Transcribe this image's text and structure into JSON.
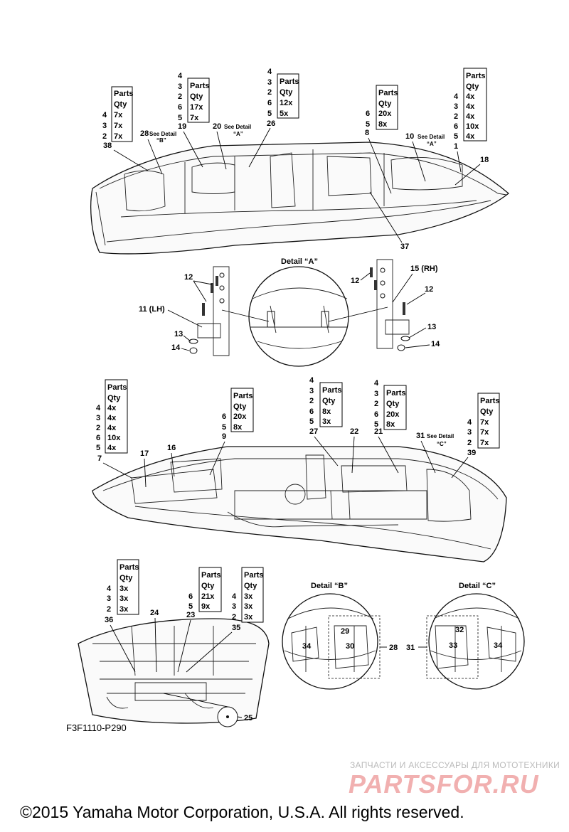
{
  "diagram": {
    "part_code": "F3F1110-P290",
    "copyright": "©2015 Yamaha Motor Corporation, U.S.A. All rights reserved.",
    "watermark": {
      "subtitle": "ЗАПЧАСТИ И АКСЕССУАРЫ ДЛЯ МОТОТЕХНИКИ",
      "logo": "PARTSFOR.RU"
    },
    "labels": {
      "parts": "Parts",
      "qty": "Qty",
      "see_detail": "See Detail",
      "detail_a": "Detail “A”",
      "detail_b": "Detail “B”",
      "detail_c": "Detail “C”",
      "ref_a": "“A”",
      "ref_b": "“B”",
      "ref_c": "“C”"
    },
    "tables": [
      {
        "nums": [
          "4",
          "3",
          "2"
        ],
        "qtys": [
          "7x",
          "7x",
          "7x"
        ]
      },
      {
        "nums": [
          "4",
          "3",
          "2",
          "6",
          "5"
        ],
        "qtys": [
          "17x",
          "7x"
        ]
      },
      {
        "nums": [
          "4",
          "3",
          "2",
          "6",
          "5"
        ],
        "qtys": [
          "12x",
          "5x"
        ]
      },
      {
        "nums": [
          "6",
          "5"
        ],
        "qtys": [
          "20x",
          "8x"
        ]
      },
      {
        "nums": [
          "4",
          "3",
          "2",
          "6",
          "5"
        ],
        "qtys": [
          "4x",
          "4x",
          "4x",
          "10x",
          "4x"
        ]
      },
      {
        "nums": [
          "4",
          "3",
          "2",
          "6",
          "5"
        ],
        "qtys": [
          "4x",
          "4x",
          "4x",
          "10x",
          "4x"
        ]
      },
      {
        "nums": [
          "6",
          "5"
        ],
        "qtys": [
          "20x",
          "8x"
        ]
      },
      {
        "nums": [
          "4",
          "3",
          "2",
          "6",
          "5"
        ],
        "qtys": [
          "8x",
          "3x"
        ]
      },
      {
        "nums": [
          "4",
          "3",
          "2",
          "6",
          "5"
        ],
        "qtys": [
          "20x",
          "8x"
        ]
      },
      {
        "nums": [
          "4",
          "3",
          "2"
        ],
        "qtys": [
          "7x",
          "7x",
          "7x"
        ]
      },
      {
        "nums": [
          "4",
          "3",
          "2"
        ],
        "qtys": [
          "3x",
          "3x",
          "3x"
        ]
      },
      {
        "nums": [
          "6",
          "5"
        ],
        "qtys": [
          "21x",
          "9x"
        ]
      },
      {
        "nums": [
          "4",
          "3",
          "2"
        ],
        "qtys": [
          "3x",
          "3x",
          "3x"
        ]
      }
    ],
    "callouts": {
      "c38": "38",
      "c28": "28",
      "c19": "19",
      "c20": "20",
      "c26": "26",
      "c8": "8",
      "c10": "10",
      "c1": "1",
      "c18": "18",
      "c37": "37",
      "c12a": "12",
      "c12b": "12",
      "c12c": "12",
      "c11": "11 (LH)",
      "c13a": "13",
      "c14a": "14",
      "c15": "15 (RH)",
      "c13b": "13",
      "c14b": "14",
      "c7": "7",
      "c17": "17",
      "c16": "16",
      "c9": "9",
      "c27": "27",
      "c22": "22",
      "c21": "21",
      "c31": "31",
      "c39": "39",
      "c36": "36",
      "c24": "24",
      "c23": "23",
      "c35": "35",
      "c25": "25",
      "c34a": "34",
      "c29": "29",
      "c30": "30",
      "c28b": "28",
      "c31b": "31",
      "c32": "32",
      "c33": "33",
      "c34b": "34"
    }
  }
}
